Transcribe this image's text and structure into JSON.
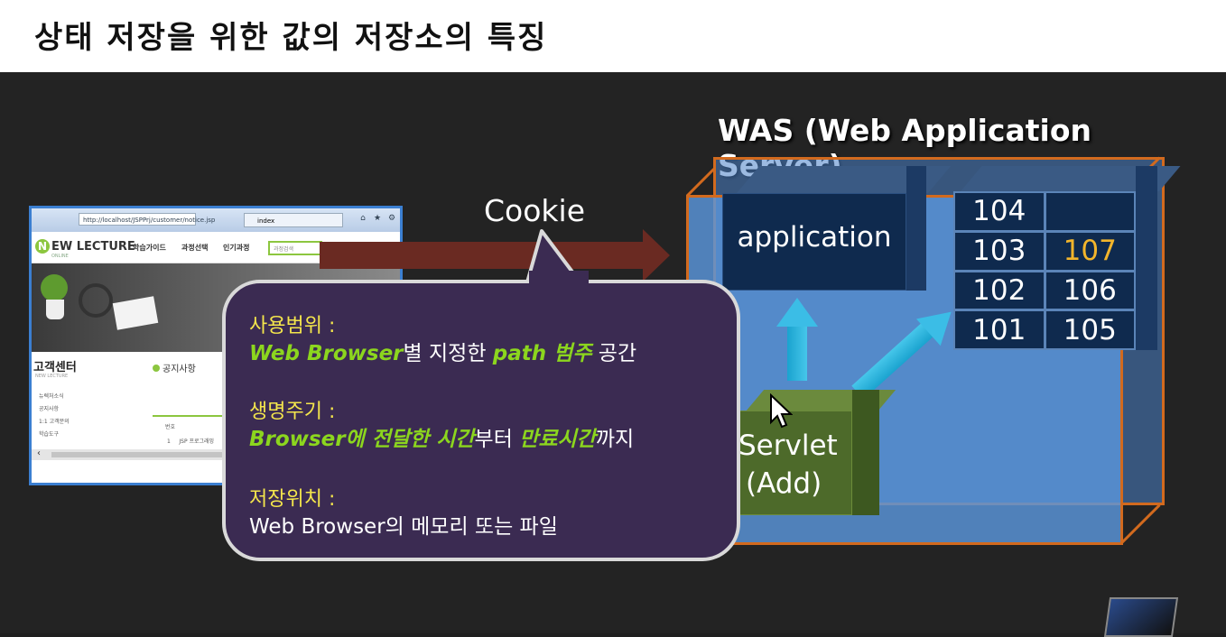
{
  "slide": {
    "title": "상태 저장을 위한 값의 저장소의 특징"
  },
  "browser_thumb": {
    "url": "http://localhost/JSPPrj/customer/notice.jsp",
    "tab_title": "index",
    "logo_text": "EW LECTURE",
    "logo_letter": "N",
    "logo_sub": "ONLINE",
    "menu": [
      "학습가이드",
      "과정선택",
      "인기과정"
    ],
    "search_placeholder": "과정검색",
    "sidebar_title": "고객센터",
    "sidebar_sub": "NEW LECTURE",
    "sidebar_items": [
      "뉴렉처소식",
      "공지사항",
      "1:1 고객문의",
      "학습도구"
    ],
    "notice_heading": "공지사항",
    "table_header": "번호",
    "table_row": [
      "1",
      "JSP 프로그래밍"
    ],
    "scroll_arrow": "‹"
  },
  "cookie_label": "Cookie",
  "was": {
    "label": "WAS (Web Application Server)",
    "application_label": "application",
    "storage_grid": [
      [
        "104",
        ""
      ],
      [
        "103",
        "107"
      ],
      [
        "102",
        "106"
      ],
      [
        "101",
        "105"
      ]
    ],
    "highlight_value": "107",
    "servlet_line1": "Servlet",
    "servlet_line2": "(Add)"
  },
  "callout": {
    "scope_heading": "사용범위 :",
    "scope_em1": "Web Browser",
    "scope_mid": "별 지정한 ",
    "scope_em2": "path 범주",
    "scope_end": " 공간",
    "life_heading": "생명주기 :",
    "life_em1": "Browser에 전달한 시간",
    "life_mid": "부터 ",
    "life_em2": "만료시간",
    "life_end": "까지",
    "location_heading": "저장위치 :",
    "location_text": "Web Browser의 메모리 또는 파일"
  },
  "colors": {
    "accent_orange": "#d26a1e",
    "highlight_yellow": "#f3b52b",
    "heading_yellow": "#f4e64c",
    "emphasis_green": "#8cd61e",
    "callout_bg": "#3b2b52",
    "arrow_blue": "#3bbde6",
    "cookie_arrow": "#6a2a22"
  }
}
